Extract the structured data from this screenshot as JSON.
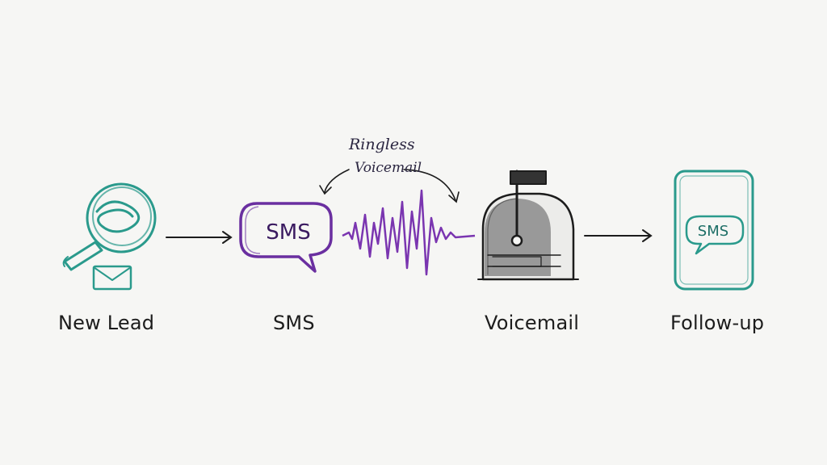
{
  "steps": [
    {
      "label": "New Lead",
      "icon": "lead-magnet-email-icon"
    },
    {
      "label": "SMS",
      "icon": "sms-bubble-icon",
      "icon_text": "SMS"
    },
    {
      "label": "Voicemail",
      "icon": "mailbox-icon"
    },
    {
      "label": "Follow-up",
      "icon": "phone-sms-icon",
      "icon_text": "SMS"
    }
  ],
  "annotation": {
    "line1": "Ringless",
    "line2": "Voicemail"
  },
  "colors": {
    "teal": "#2a9a8c",
    "purple": "#6a2fa0",
    "ink": "#1c1c1c",
    "background": "#f6f6f4"
  }
}
